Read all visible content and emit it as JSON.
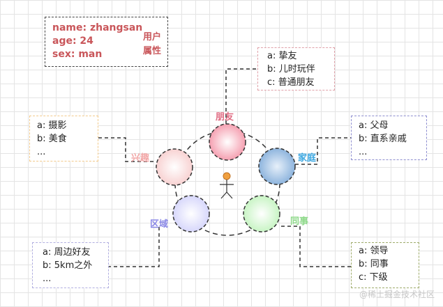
{
  "user": {
    "name": "name: zhangsan",
    "age": "age: 24",
    "sex": "sex:  man",
    "tag_line1": "用户",
    "tag_line2": "属性"
  },
  "groups": {
    "friend": {
      "label": "朋友",
      "color": "#f5a0b1",
      "text_color": "#e06b82",
      "items": [
        "a:  挚友",
        "b: 儿时玩伴",
        "c: 普通朋友"
      ]
    },
    "hobby": {
      "label": "兴趣",
      "color": "#f8d2d2",
      "text_color": "#f2a7a7",
      "items": [
        "a: 摄影",
        "b: 美食",
        "..."
      ]
    },
    "family": {
      "label": "家庭",
      "color": "#8db4dd",
      "text_color": "#3aa6e0",
      "items": [
        "a: 父母",
        "b: 直系亲戚",
        "..."
      ]
    },
    "area": {
      "label": "区域",
      "color": "#d7d7fb",
      "text_color": "#8a88e6",
      "items": [
        "a: 周边好友",
        "b: 5km之外",
        "..."
      ]
    },
    "work": {
      "label": "同事",
      "color": "#c8f4c4",
      "text_color": "#8ed98a",
      "items": [
        "a: 领导",
        "b: 同事",
        "c: 下级"
      ]
    }
  },
  "watermark": "@稀土掘金技术社区"
}
